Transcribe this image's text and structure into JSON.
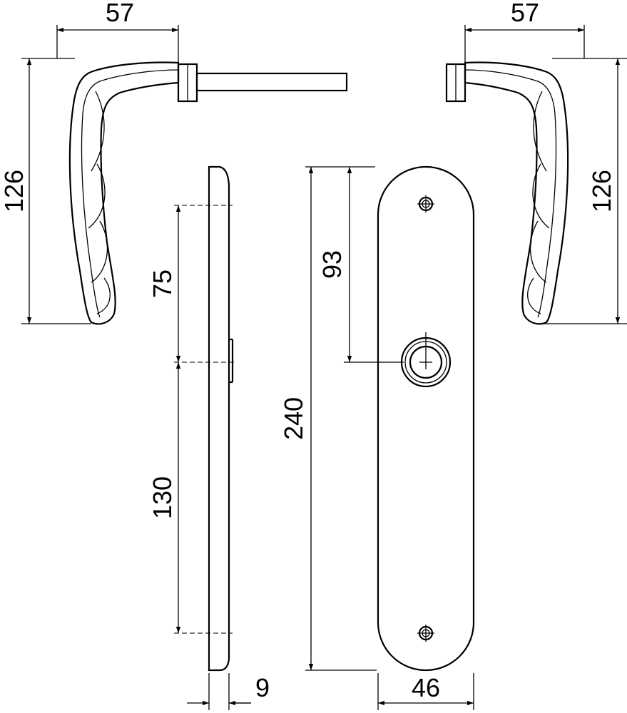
{
  "dimensions": {
    "left_handle_width": "57",
    "right_handle_width": "57",
    "left_handle_height": "126",
    "right_handle_height": "126",
    "screw_to_spindle": "75",
    "spindle_to_screw": "130",
    "top_to_spindle": "93",
    "plate_height": "240",
    "plate_thickness": "9",
    "plate_width": "46"
  }
}
